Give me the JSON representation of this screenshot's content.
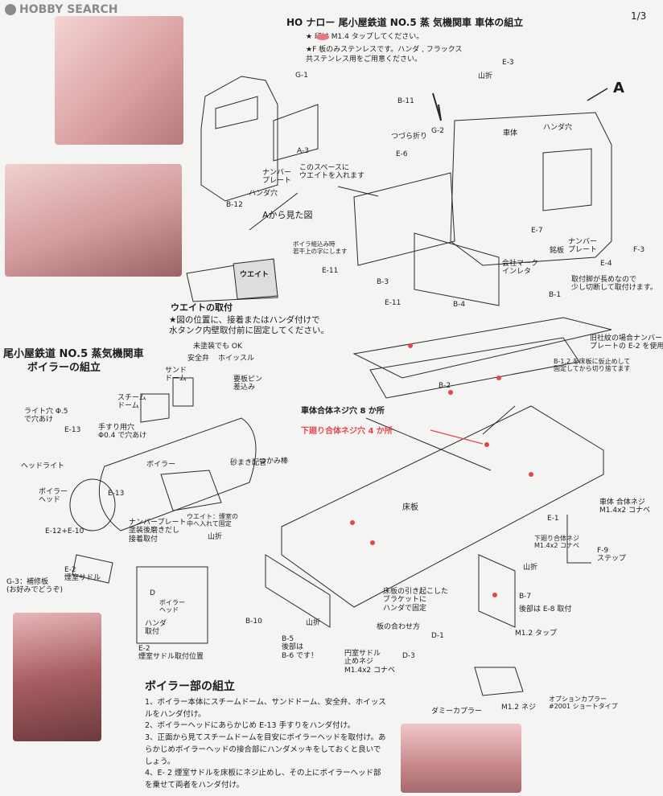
{
  "watermark": "HOBBY SEARCH",
  "page_num": "1/3",
  "title": "HO ナロー 尾小屋鉄道 NO.5 蒸 気機関車 車体の組立",
  "notes": {
    "tap_note": "★      印は M1.4 タップしてください。",
    "f_plate": "★F 板のみステンレスです。ハンダ , フラックス",
    "f_plate2": "共ステンレス用をご用意ください。"
  },
  "view_a": "A",
  "view_a_caption": "Aから見た図",
  "weight_box_label": "ウエイト",
  "weight_mount": {
    "title": "ウエイトの取付",
    "line1": "★図の位置に、接着またはハンダ付けで",
    "line2": "水タンク内壁取付前に固定してください。"
  },
  "boiler_title": {
    "line1": "尾小屋鉄道 NO.5 蒸気機関車",
    "line2": "ボイラーの組立"
  },
  "boiler_section": {
    "heading": "ボイラー部の組立",
    "steps": [
      "1、ボイラー本体にスチームドーム、サンドドーム、安全弁、ホイッスルをハンダ付け。",
      "2、ボイラーヘッドにあらかじめ E-13 手すりをハンダ付け。",
      "3、正面から見てスチームドームを目安にボイラーヘッドを取付け。あらかじめボイラーヘッドの接合部にハンダメッキをしておくと良いでしょう。",
      "4、E- 2 煙室サドルを床板にネジ止めし、その上にボイラーヘッド部を乗せて両者をハンダ付け。"
    ]
  },
  "labels": {
    "g1": "G-1",
    "a3": "A-3",
    "b12": "B-12",
    "numberplate": "ナンバー\nプレート",
    "solder_hole": "ハンダ穴",
    "weight_space": "このスペースに\nウエイトを入れます",
    "e3": "E-3",
    "yamaori": "山折",
    "b11": "B-11",
    "tsuzura": "つづら折り",
    "g2": "G-2",
    "shatai": "車体",
    "solder_hole2": "ハンダ穴",
    "e6": "E-6",
    "e7": "E-7",
    "numberplate2": "ナンバー\nプレート",
    "meiban": "銘板",
    "f3": "F-3",
    "e4": "E-4",
    "long_fit": "取付脚が長めなので\n少し切断して取付けます。",
    "old_company": "旧社紋の場合ナンバー\nプレートの E-2 を使用",
    "company_mark": "会社マーク\nインレタ",
    "boiler_mount": "ボイラ組込み時\n若干上の字にします",
    "e11a": "E-11",
    "e11b": "E-11",
    "b3": "B-3",
    "b4": "B-4",
    "b1": "B-1",
    "b2": "B-2",
    "b12_fix": "B-1,2 を床板に仮止めして\n固定してから切り捨てます",
    "body_screw8": "車体合体ネジ穴 8 か所",
    "under_screw4": "下廻り合体ネジ穴 4 か所",
    "tsukami": "つかみ棒",
    "yukaita": "床板",
    "e1": "E-1",
    "body_screw": "車体 合体ネジ\nM1.4x2 コナベ",
    "under_screw": "下廻り合体ネジ\nM1.4x2 コナベ",
    "f9": "F-9\nステップ",
    "yamaori2": "山折",
    "b7": "B-7",
    "rear_e8": "後部は E-8 取付",
    "tap12": "M1.2 タップ",
    "bracket": "床板の引き起こした\nブラケットに\nハンダで固定",
    "itano": "板の合わせ方",
    "yamaori3": "山折",
    "b10": "B-10",
    "b5": "B-5\n後部は\nB-6 です！",
    "smokebox_screw": "円室サドル\n止めネジ\nM1.4x2 コナベ",
    "d1": "D-1",
    "d3": "D-3",
    "dummy_coupler": "ダミーカプラー",
    "m12": "M1.2 ネジ",
    "option_coupler": "オプションカプラー\n#2001 ショートタイプ",
    "unpainted_ok": "未塗装でも OK",
    "safety_valve": "安全弁",
    "whistle": "ホイッスル",
    "sand_dome": "サンド\nドーム",
    "lever_pin": "要板ピン\n差込み",
    "steam_dome": "スチーム\nドーム",
    "light_hole": "ライト穴 Φ.5\nで穴あけ",
    "e13": "E-13",
    "handrail": "手すり用穴\nΦ0.4 で穴あけ",
    "headlight": "ヘッドライト",
    "boiler": "ボイラー",
    "sand_pipe": "砂まき配管",
    "boiler_head": "ボイラー\nヘッド",
    "e13b": "E-13",
    "numberplate3": "ナンバープレート\n塗装後磨きだし\n接着取付",
    "weight_note": "ウエイト：煙室の\n中へ入れて固定",
    "e12": "E-12+E-10",
    "e2": "E-2\n煙室サドル",
    "g3": "G-3：補修板\n(お好みでどうぞ)",
    "saddle_pos": "E-2\n煙室サドル取付位置",
    "boiler_head_small": "ボイラー\nヘッド",
    "solder_small": "ハンダ\n取付",
    "d_label": "D"
  }
}
